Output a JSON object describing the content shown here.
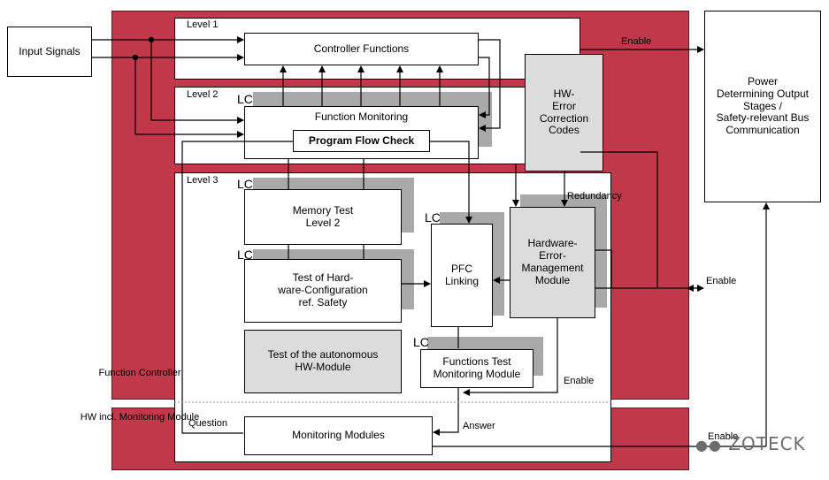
{
  "inputs": {
    "label": "Input Signals"
  },
  "power": {
    "label": "Power\nDetermining Output\nStages /\nSafety-relevant Bus\nCommunication"
  },
  "function_controller": {
    "label": "Function\nController"
  },
  "hw_monitoring": {
    "label": "HW incl.\nMonitoring\nModule"
  },
  "levels": {
    "level1": "Level 1",
    "level2": "Level 2",
    "level3": "Level 3"
  },
  "lc": "LC",
  "boxes": {
    "controller_functions": "Controller Functions",
    "function_monitoring": "Function Monitoring",
    "program_flow_check": "Program Flow Check",
    "hw_error_correction": "HW-\nError\nCorrection\nCodes",
    "memory_test": "Memory Test\nLevel 2",
    "hw_config_test": "Test of Hard-\nware-Configuration\nref. Safety",
    "autonomous_test": "Test of the autonomous\nHW-Module",
    "pfc_linking": "PFC\nLinking",
    "hw_error_mgmt": "Hardware-\nError-\nManagement\nModule",
    "functions_test": "Functions Test\nMonitoring Module",
    "monitoring_modules": "Monitoring Modules"
  },
  "edge_labels": {
    "enable_top": "Enable",
    "redundancy": "Redundancy",
    "enable_right": "Enable",
    "enable_inner": "Enable",
    "enable_bottom": "Enable",
    "question": "Question",
    "answer": "Answer"
  },
  "watermark": "ZOTECK",
  "colors": {
    "controller_red": "#c0384a",
    "module_gray": "#dcdcdc",
    "shadow_gray": "#a9a9a9"
  }
}
